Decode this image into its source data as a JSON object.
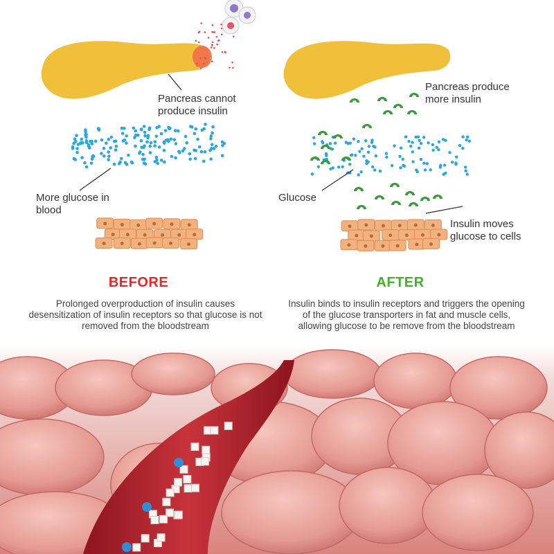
{
  "before": {
    "pancreas_label": "Pancreas cannot produce insulin",
    "glucose_label": "More glucose in blood",
    "heading": "BEFORE",
    "description": "Prolonged overproduction of insulin causes desensitization of insulin receptors so that glucose is not removed from the bloodstream"
  },
  "after": {
    "pancreas_label": "Pancreas produce more insulin",
    "glucose_label": "Glucose",
    "cells_label": "Insulin moves glucose to cells",
    "heading": "AFTER",
    "description": "Insulin binds to insulin receptors and triggers the opening of the glucose transporters in fat and muscle cells, allowing glucose to be remove from the bloodstream"
  },
  "colors": {
    "before_heading": "#e4262b",
    "after_heading": "#43b02a",
    "pancreas": "#f0c03a",
    "glucose": "#2aa7df",
    "insulin": "#3a9a3a",
    "cells": "#f2b27e",
    "tissue": "#e9a49a",
    "vessel": "#b8262e"
  }
}
